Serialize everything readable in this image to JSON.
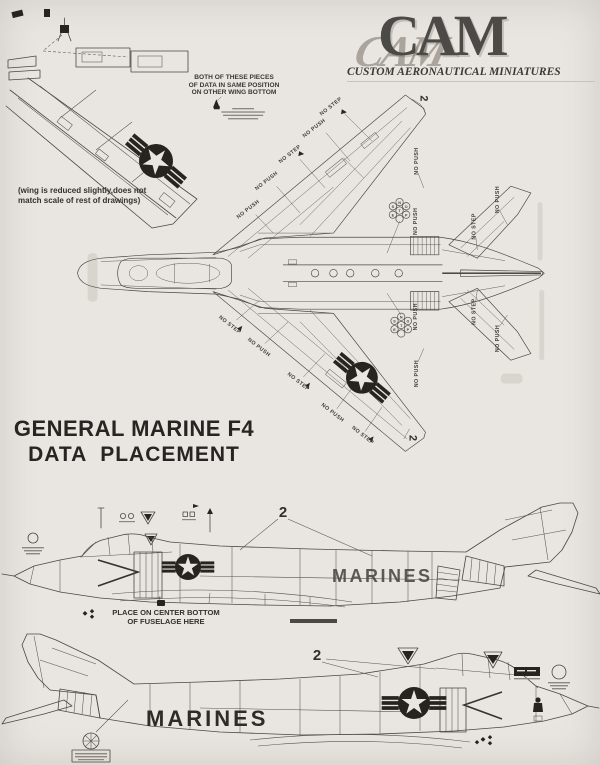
{
  "document": {
    "brand": {
      "logo": "CAM",
      "tagline": "CUSTOM AERONAUTICAL MINIATURES"
    },
    "title": {
      "line1": "GENERAL MARINE F4",
      "line2": "DATA  PLACEMENT"
    },
    "wing_detail_note": {
      "line1": "(wing is reduced slightly,does not",
      "line2": "match scale of rest of drawings)"
    },
    "wing_data_note": {
      "line1": "BOTH OF THESE PIECES",
      "line2": "OF DATA IN SAME POSITION",
      "line3": "ON OTHER WING BOTTOM"
    },
    "placement_note": {
      "line1": "PLACE ON CENTER BOTTOM",
      "line2": "OF FUSELAGE HERE"
    },
    "stencils": {
      "no_step": "NO STEP",
      "no_push": "NO PUSH",
      "modex": "2",
      "service": "MARINES",
      "no_step_letters": [
        "N",
        "O",
        "S",
        "T",
        "E",
        "P"
      ]
    }
  }
}
